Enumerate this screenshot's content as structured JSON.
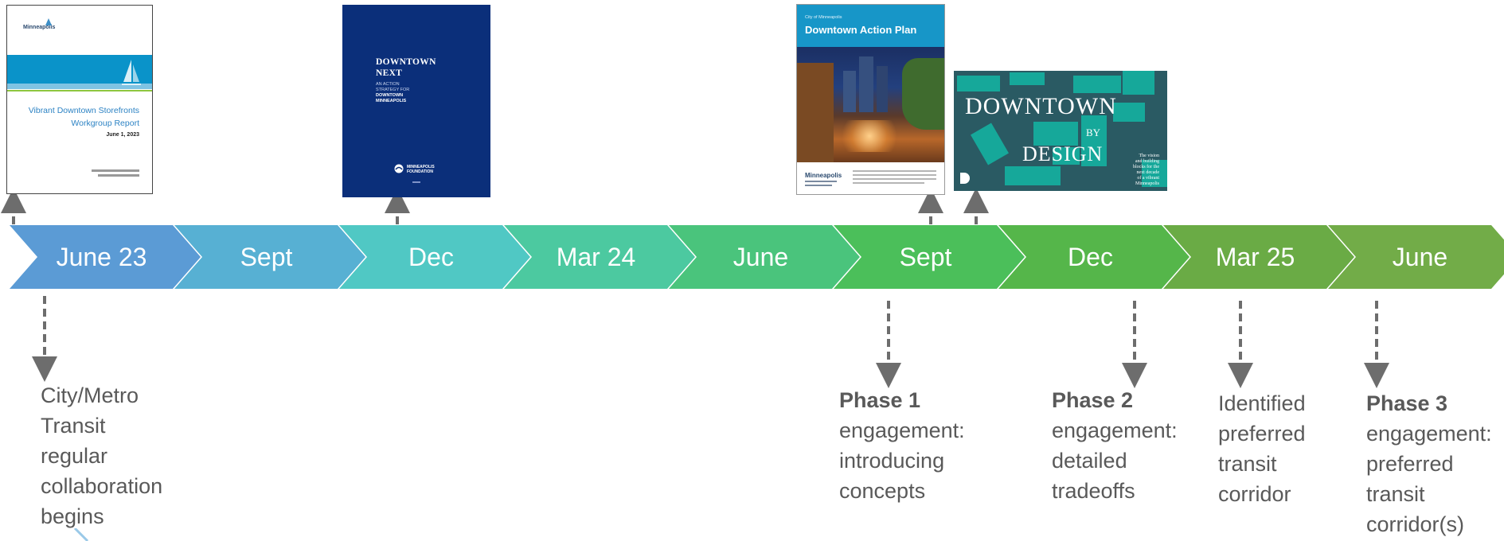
{
  "colors": {
    "chevrons": [
      "#5b9bd5",
      "#57b0d3",
      "#50c8c4",
      "#4cc9a0",
      "#4ac47c",
      "#4bbf5a",
      "#55b64a",
      "#6aab45",
      "#72ac48"
    ],
    "note_text": "#595959",
    "arrow": "#6d6d6d"
  },
  "timeline": {
    "labels": [
      "June 23",
      "Sept",
      "Dec",
      "Mar 24",
      "June",
      "Sept",
      "Dec",
      "Mar 25",
      "June"
    ]
  },
  "notes": {
    "n1": [
      "City/Metro",
      "Transit",
      "regular",
      "collaboration",
      "begins"
    ],
    "n2": {
      "title": "Phase 1",
      "lines": [
        "engagement:",
        "introducing",
        "concepts"
      ]
    },
    "n3": {
      "title": "Phase 2",
      "lines": [
        "engagement:",
        "detailed",
        "tradeoffs"
      ]
    },
    "n4": [
      "Identified",
      "preferred",
      "transit",
      "corridor"
    ],
    "n5": {
      "title": "Phase 3",
      "lines": [
        "engagement:",
        "preferred",
        "transit",
        "corridor(s)"
      ]
    }
  },
  "docs": {
    "storefronts": {
      "logo": "Minneapolis",
      "title1": "Vibrant Downtown Storefronts",
      "title2": "Workgroup Report",
      "date": "June 1, 2023"
    },
    "next": {
      "title1": "DOWNTOWN",
      "title2": "NEXT",
      "sub1": "AN ACTION",
      "sub2": "STRATEGY FOR",
      "sub3": "DOWNTOWN",
      "sub4": "MINNEAPOLIS",
      "org1": "MINNEAPOLIS",
      "org2": "FOUNDATION"
    },
    "action": {
      "small": "City of Minneapolis",
      "title": "Downtown Action Plan",
      "logo": "Minneapolis"
    },
    "design": {
      "w1": "DOWNTOWN",
      "w2": "BY",
      "w3": "DESIGN",
      "tag1": "The vision",
      "tag2": "and building",
      "tag3": "blocks for the",
      "tag4": "next decade",
      "tag5": "of a vibrant",
      "tag6": "Minneapolis"
    }
  }
}
